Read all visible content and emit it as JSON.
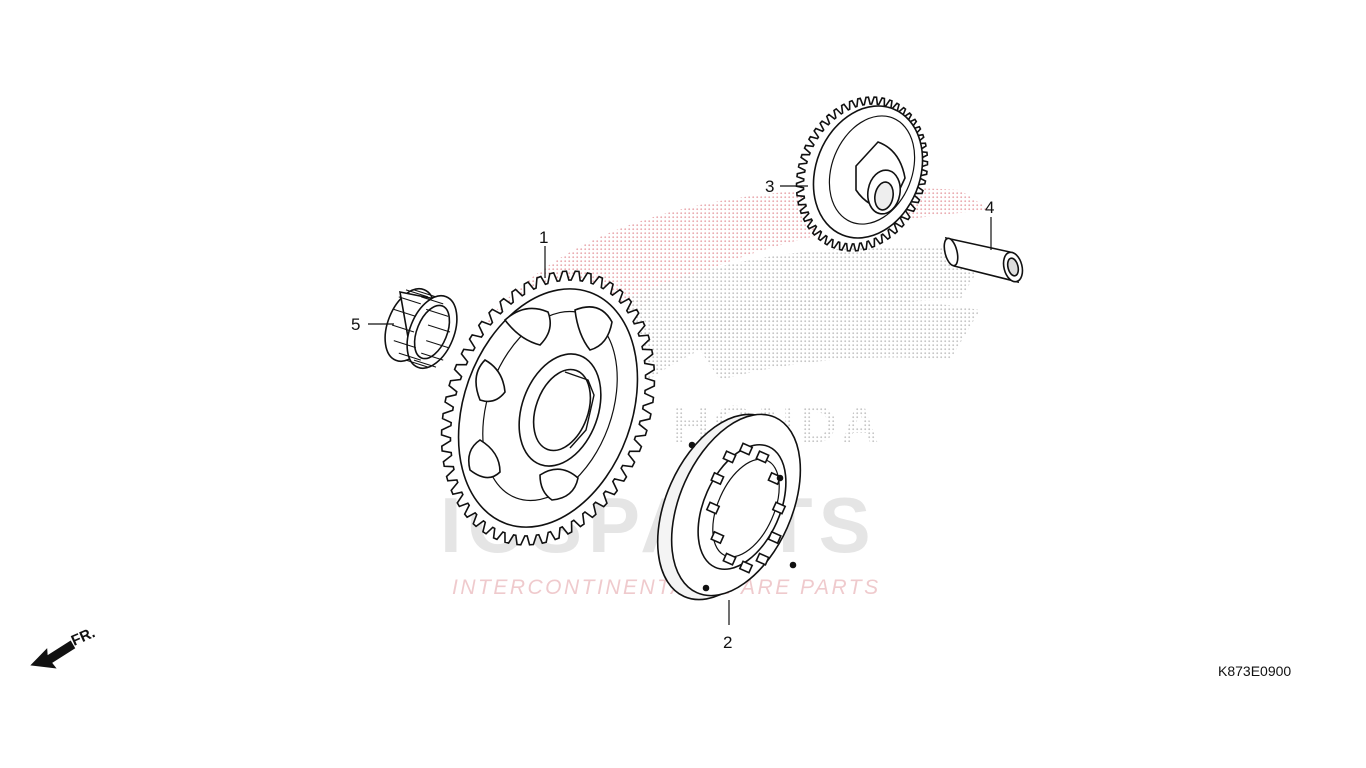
{
  "diagram": {
    "reference_code": "K873E0900",
    "front_marker": "FR.",
    "callouts": [
      "1",
      "2",
      "3",
      "4",
      "5"
    ]
  },
  "watermark": {
    "brand_word": "HONDA",
    "logo_main": "ICSPARTS",
    "logo_sub": "INTERCONTINENTAL SPARE PARTS",
    "colors": {
      "red": "#e8959a",
      "gray": "#cfcfcf"
    }
  }
}
